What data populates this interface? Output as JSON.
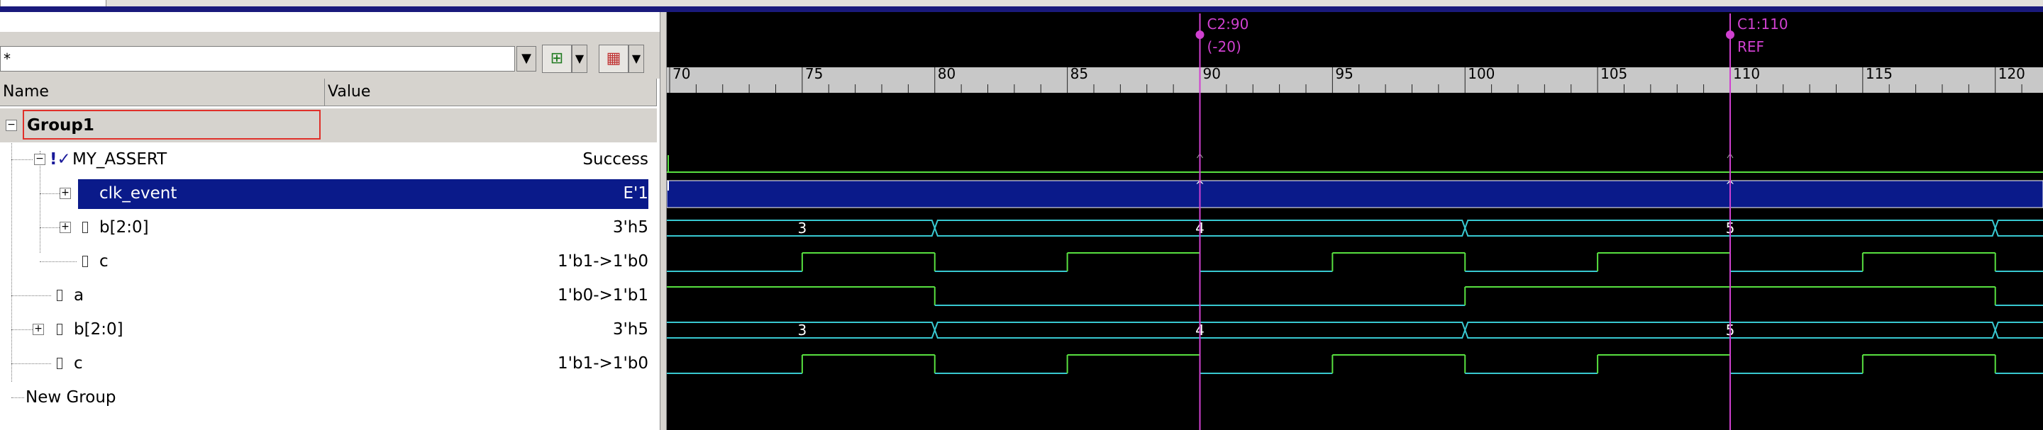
{
  "filter": {
    "value": "*"
  },
  "columns": {
    "name": "Name",
    "value": "Value"
  },
  "tree": [
    {
      "id": "group1",
      "label": "Group1",
      "value": ""
    },
    {
      "id": "my_assert",
      "label": "MY_ASSERT",
      "value": "Success"
    },
    {
      "id": "clk_event",
      "label": "clk_event",
      "value": "E'1"
    },
    {
      "id": "b_inner",
      "label": "b[2:0]",
      "value": "3'h5"
    },
    {
      "id": "c_inner",
      "label": "c",
      "value": "1'b1->1'b0"
    },
    {
      "id": "a",
      "label": "a",
      "value": "1'b0->1'b1"
    },
    {
      "id": "b_outer",
      "label": "b[2:0]",
      "value": "3'h5"
    },
    {
      "id": "c_outer",
      "label": "c",
      "value": "1'b1->1'b0"
    },
    {
      "id": "new_group",
      "label": "New Group",
      "value": ""
    }
  ],
  "cursors": [
    {
      "name": "C2:90",
      "sub": "(-20)",
      "time": 90
    },
    {
      "name": "C1:110",
      "sub": "REF",
      "time": 110
    }
  ],
  "timeline": {
    "start": 70,
    "end": 121.8,
    "major_ticks": [
      70,
      75,
      80,
      85,
      90,
      95,
      100,
      105,
      110,
      115,
      120
    ]
  },
  "waves": {
    "bus_b": {
      "values": [
        "3",
        "4",
        "5"
      ],
      "boundaries": [
        80,
        100,
        120
      ]
    },
    "clk_toggles": [
      75,
      80,
      85,
      90,
      95,
      100,
      105,
      110,
      115,
      120
    ],
    "a_transitions": [
      80,
      100,
      120
    ]
  },
  "colors": {
    "wave_bg": "#000000",
    "bus": "#38c8d0",
    "signal_high": "#58e040",
    "signal_low": "#38c8d0",
    "cursor": "#d040d0",
    "selection": "#0a1a8a",
    "group_border": "#e0302a"
  }
}
